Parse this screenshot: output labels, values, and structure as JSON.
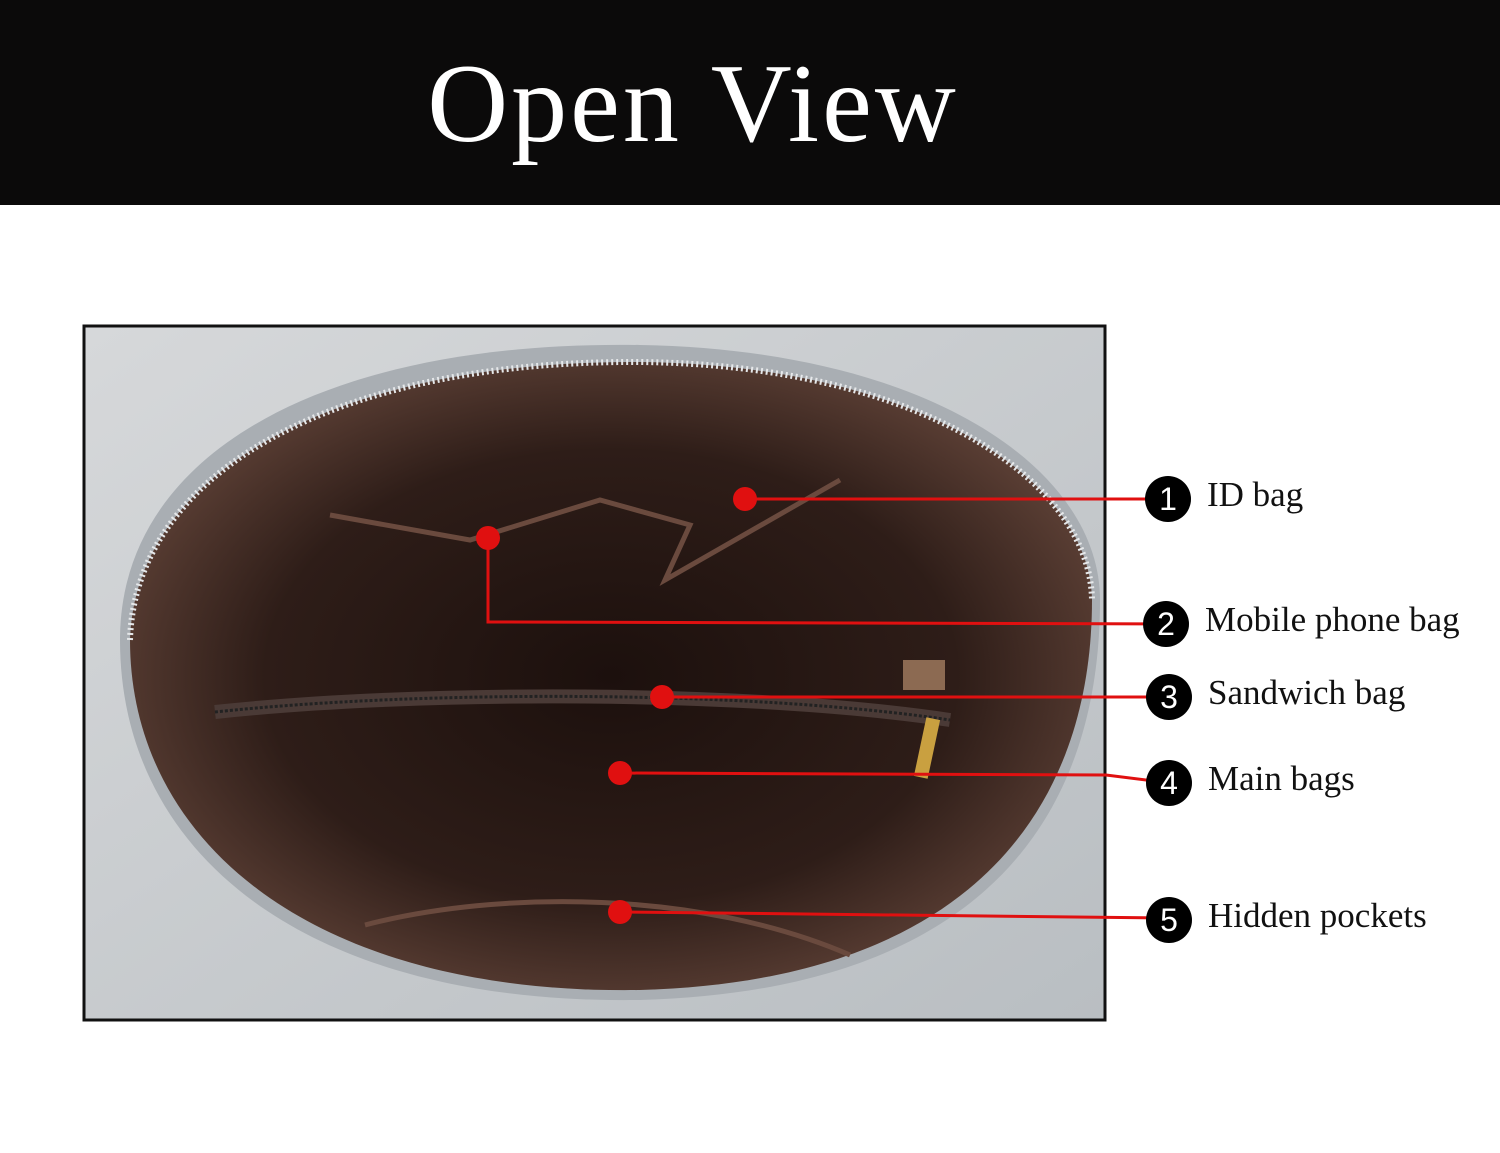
{
  "header": {
    "title": "Open View"
  },
  "colors": {
    "banner": "#0b0a0a",
    "callout_red": "#e01010",
    "bag_grey": "#c9cdd0",
    "lining": "#3a2620"
  },
  "callouts": [
    {
      "number": "1",
      "label": "ID bag"
    },
    {
      "number": "2",
      "label": "Mobile phone bag"
    },
    {
      "number": "3",
      "label": "Sandwich bag"
    },
    {
      "number": "4",
      "label": "Main bags"
    },
    {
      "number": "5",
      "label": "Hidden pockets"
    }
  ]
}
